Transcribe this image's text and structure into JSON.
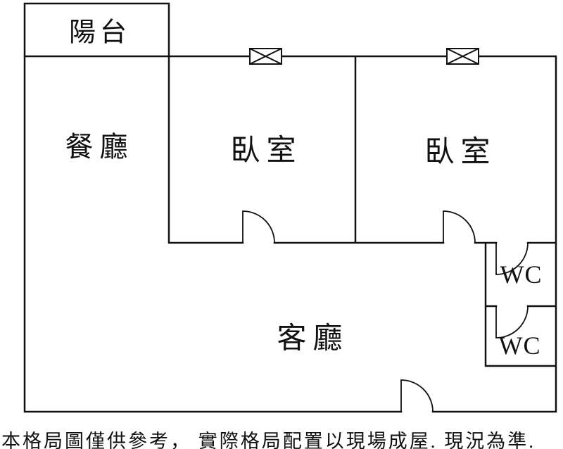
{
  "floor_plan": {
    "colors": {
      "wall": "#111111",
      "background": "#ffffff"
    },
    "rooms": {
      "balcony": {
        "label": "陽台"
      },
      "dining": {
        "label": "餐廳"
      },
      "bedroom1": {
        "label": "臥室"
      },
      "bedroom2": {
        "label": "臥室"
      },
      "living": {
        "label": "客廳"
      },
      "wc1": {
        "label": "WC"
      },
      "wc2": {
        "label": "WC"
      }
    },
    "icons": {
      "window": "window-icon (rectangle with X)",
      "door": "door-arc-icon (quarter-circle swing)"
    },
    "disclaimer": "本格局圖僅供參考， 實際格局配置以現場成屋. 現況為準."
  }
}
